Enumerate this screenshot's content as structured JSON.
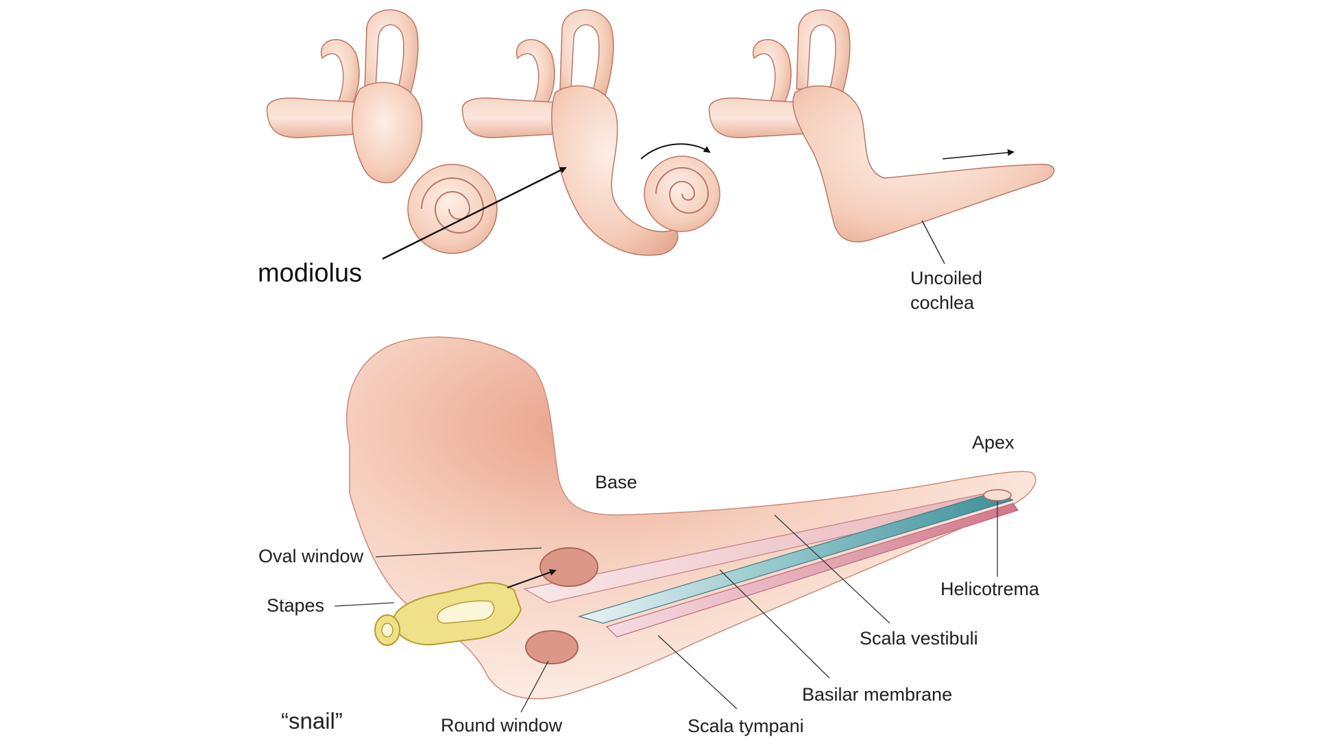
{
  "labels": {
    "modiolus": "modiolus",
    "uncoiled_line1": "Uncoiled",
    "uncoiled_line2": "cochlea",
    "apex": "Apex",
    "base": "Base",
    "oval_window": "Oval window",
    "stapes": "Stapes",
    "helicotrema": "Helicotrema",
    "scala_vestibuli": "Scala vestibuli",
    "basilar_membrane": "Basilar membrane",
    "scala_tympani": "Scala tympani",
    "round_window": "Round window",
    "snail": "“snail”"
  },
  "colors": {
    "tissue_light": "#fbe4d8",
    "tissue_mid": "#f3c2ad",
    "tissue_dark": "#d9907a",
    "outline": "#b87766",
    "teal_membrane": "#4a9aa3",
    "pink_membrane": "#d97f92",
    "stapes_yellow": "#efe08a",
    "stapes_outline": "#b49c2e",
    "leader_line": "#333333"
  }
}
